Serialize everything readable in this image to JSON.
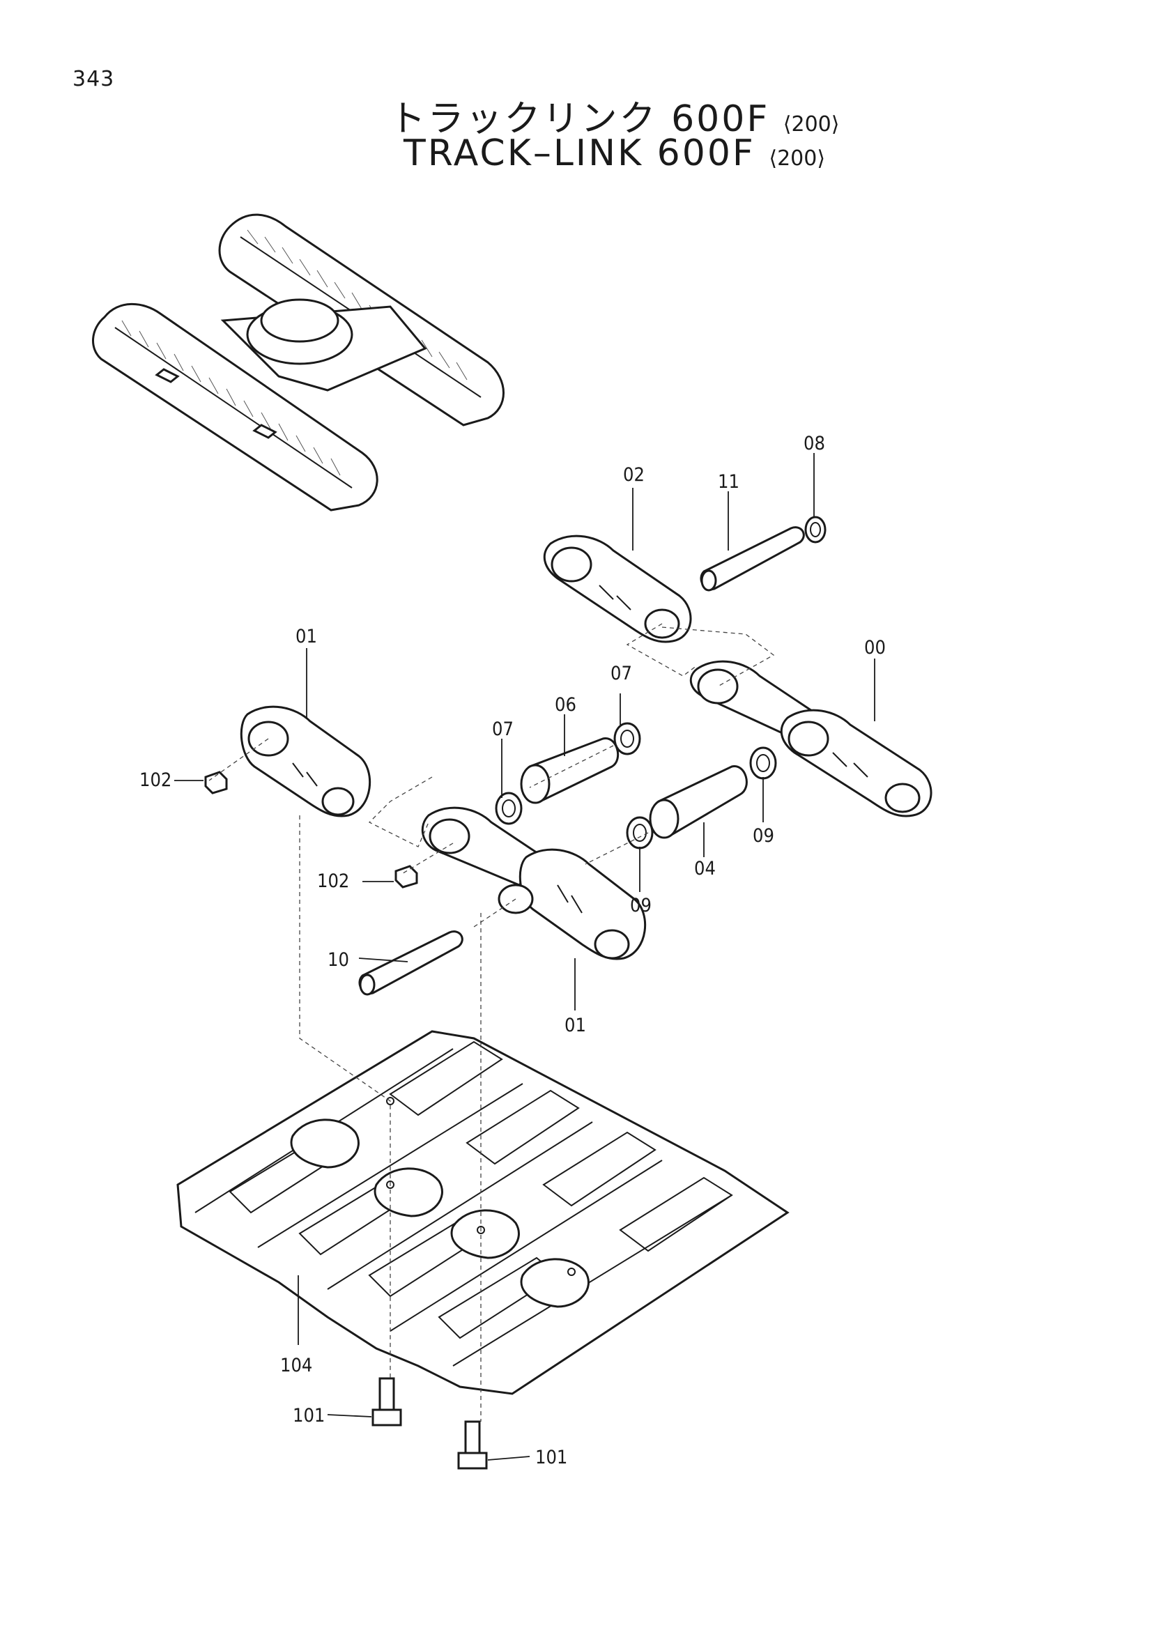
{
  "page_number": "343",
  "title": {
    "ja": "トラックリンク 600F",
    "ja_suffix": "⟨200⟩",
    "en": "TRACK–LINK 600F",
    "en_suffix": "⟨200⟩"
  },
  "callouts": {
    "c00": "00",
    "c01_top": "01",
    "c01_bottom": "01",
    "c02": "02",
    "c04": "04",
    "c06": "06",
    "c07_left": "07",
    "c07_right": "07",
    "c08": "08",
    "c09_mid": "09",
    "c09_right": "09",
    "c10": "10",
    "c11": "11",
    "c101_left": "101",
    "c101_right": "101",
    "c102_top": "102",
    "c102_mid": "102",
    "c104": "104"
  }
}
